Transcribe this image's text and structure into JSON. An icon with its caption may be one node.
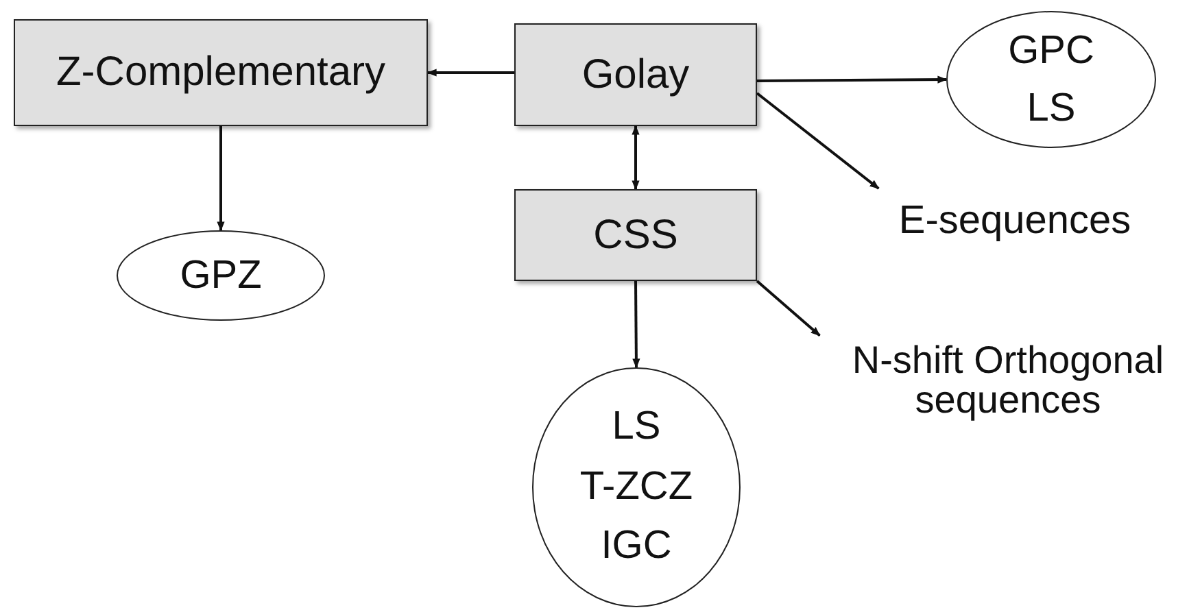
{
  "diagram": {
    "nodes": [
      {
        "text": [
          "Z-Complementary"
        ]
      },
      {
        "text": [
          "Golay"
        ]
      },
      {
        "text": [
          "GPC",
          "LS"
        ]
      },
      {
        "text": [
          "E-sequences"
        ]
      },
      {
        "text": [
          "GPZ"
        ]
      },
      {
        "text": [
          "CSS"
        ]
      },
      {
        "text": [
          "N-shift Orthogonal sequences"
        ]
      },
      {
        "text": [
          "LS",
          "T-ZCZ",
          "IGC"
        ]
      }
    ],
    "edges": [
      {
        "from": 1,
        "to": 0,
        "arrow": "to"
      },
      {
        "from": 0,
        "to": 4,
        "arrow": "to"
      },
      {
        "from": 1,
        "to": 2,
        "arrow": "to"
      },
      {
        "from": 1,
        "to": 3,
        "arrow": "to"
      },
      {
        "from": 1,
        "to": 5,
        "arrow": "both"
      },
      {
        "from": 5,
        "to": 6,
        "arrow": "to"
      },
      {
        "from": 5,
        "to": 7,
        "arrow": "to"
      }
    ]
  }
}
